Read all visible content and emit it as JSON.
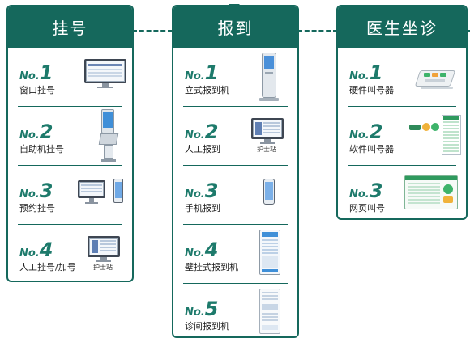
{
  "columns": [
    {
      "title": "挂号",
      "items": [
        {
          "prefix": "No.",
          "number": "1",
          "label": "窗口挂号",
          "icon": "desktop-monitor-icon"
        },
        {
          "prefix": "No.",
          "number": "2",
          "label": "自助机挂号",
          "icon": "self-service-kiosk-icon"
        },
        {
          "prefix": "No.",
          "number": "3",
          "label": "预约挂号",
          "icon": "desktop-and-phone-icon"
        },
        {
          "prefix": "No.",
          "number": "4",
          "label": "人工挂号/加号",
          "icon": "nurse-station-monitor-icon",
          "caption": "护士站"
        }
      ]
    },
    {
      "title": "报到",
      "items": [
        {
          "prefix": "No.",
          "number": "1",
          "label": "立式报到机",
          "icon": "standing-kiosk-icon"
        },
        {
          "prefix": "No.",
          "number": "2",
          "label": "人工报到",
          "icon": "nurse-station-monitor-icon",
          "caption": "护士站"
        },
        {
          "prefix": "No.",
          "number": "3",
          "label": "手机报到",
          "icon": "mobile-phone-icon"
        },
        {
          "prefix": "No.",
          "number": "4",
          "label": "壁挂式报到机",
          "icon": "wall-mounted-terminal-icon"
        },
        {
          "prefix": "No.",
          "number": "5",
          "label": "诊间报到机",
          "icon": "clinic-terminal-icon"
        }
      ]
    },
    {
      "title": "医生坐诊",
      "items": [
        {
          "prefix": "No.",
          "number": "1",
          "label": "硬件叫号器",
          "icon": "hardware-caller-icon"
        },
        {
          "prefix": "No.",
          "number": "2",
          "label": "软件叫号器",
          "icon": "software-caller-icon"
        },
        {
          "prefix": "No.",
          "number": "3",
          "label": "网页叫号",
          "icon": "web-caller-icon"
        }
      ]
    }
  ],
  "colors": {
    "accent": "#15685c",
    "number": "#1d7a6b",
    "panel_bg": "#ffffff"
  }
}
